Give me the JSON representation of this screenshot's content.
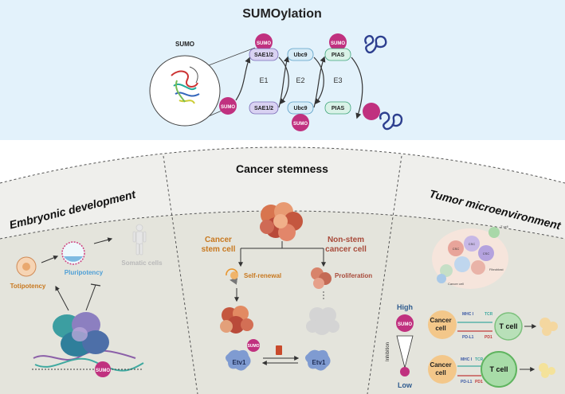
{
  "top": {
    "title": "SUMOylation",
    "sumo_label": "SUMO",
    "sumo": "SUMO",
    "sae": "SAE1/2",
    "ubc9": "Ubc9",
    "pias": "PIAS",
    "e1": "E1",
    "e2": "E2",
    "e3": "E3"
  },
  "panels": {
    "embryonic": {
      "title": "Embryonic development",
      "totipotency": "Totipotency",
      "pluripotency": "Pluripotency",
      "somatic": "Somatic cells",
      "sumo": "SUMO"
    },
    "stemness": {
      "title": "Cancer stemness",
      "csc_line1": "Cancer",
      "csc_line2": "stem cell",
      "nonstem_line1": "Non-stem",
      "nonstem_line2": "cancer cell",
      "self_renewal": "Self-renewal",
      "proliferation": "Proliferation",
      "etv1": "Etv1",
      "sumo": "SUMO"
    },
    "tme": {
      "title": "Tumor microenvironment",
      "high": "High",
      "low": "Low",
      "inhibition": "Inhibition",
      "sumo": "SUMO",
      "cancer_cell_line1": "Cancer",
      "cancer_cell_line2": "cell",
      "t_cell": "T cell",
      "mhc": "MHC I",
      "tcr": "TCR",
      "pdl1": "PD-L1",
      "pd1": "PD1",
      "csc": "CSC",
      "tcell_small": "T cell",
      "fibroblast": "Fibroblast",
      "cancer_cell_small": "Cancer cell"
    }
  },
  "colors": {
    "top_bg": "#e3f2fb",
    "sumo": "#c0317f",
    "sae": "#d9d2f2",
    "ubc9": "#d7ecf7",
    "pias": "#d9f2e7",
    "orange_text": "#c8781f",
    "blue_text": "#4e9fd6"
  }
}
